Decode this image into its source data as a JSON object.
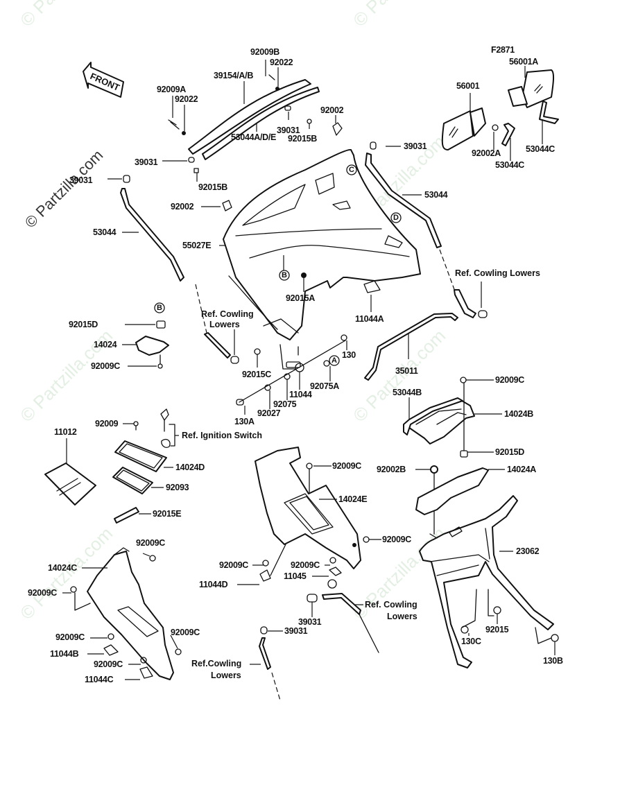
{
  "diagram": {
    "figure_code": "F2871",
    "direction_arrow": "FRONT",
    "watermark": "© Partzilla.com",
    "callout_letters": [
      "A",
      "B",
      "C",
      "D"
    ],
    "labels": {
      "p92009B": "92009B",
      "p92022_top": "92022",
      "p39154": "39154/A/B",
      "p92009A": "92009A",
      "p92022_left": "92022",
      "p92002_top": "92002",
      "p39031_mid": "39031",
      "p92015B_mid": "92015B",
      "p53044ADE": "53044A/D/E",
      "p39031_left": "39031",
      "p92015B_left": "92015B",
      "p39031_far_left": "39031",
      "p39031_right": "39031",
      "p56001": "56001",
      "p56001A": "56001A",
      "p92002A": "92002A",
      "p53044C_a": "53044C",
      "p53044C_b": "53044C",
      "p53044_right": "53044",
      "p53044_left": "53044",
      "p92002_mid": "92002",
      "p55027E": "55027E",
      "p92015A": "92015A",
      "p11044A": "11044A",
      "p92015D_left": "92015D",
      "p14024": "14024",
      "p92009C_left": "92009C",
      "p92015C": "92015C",
      "p130": "130",
      "p92075A": "92075A",
      "p11044": "11044",
      "p92075": "92075",
      "p92027": "92027",
      "p130A": "130A",
      "p35011": "35011",
      "p92009C_r1": "92009C",
      "p53044B": "53044B",
      "p14024B": "14024B",
      "p92015D_right": "92015D",
      "p92002B": "92002B",
      "p14024A": "14024A",
      "p92009_small": "92009",
      "p11012": "11012",
      "p14024D": "14024D",
      "p92093": "92093",
      "p92015E": "92015E",
      "p92009C_c1": "92009C",
      "p14024E": "14024E",
      "p92009C_c2": "92009C",
      "p92009C_c3": "92009C",
      "p11044D": "11044D",
      "p92009C_c4": "92009C",
      "p11045": "11045",
      "p23062": "23062",
      "p92009C_bl1": "92009C",
      "p14024C": "14024C",
      "p92009C_bl2": "92009C",
      "p92009C_bl3": "92009C",
      "p92009C_bl4": "92009C",
      "p11044B": "11044B",
      "p92009C_bl5": "92009C",
      "p11044C": "11044C",
      "p39031_bot1": "39031",
      "p39031_bot2": "39031",
      "p92015": "92015",
      "p130C": "130C",
      "p130B": "130B"
    },
    "references": {
      "ref_cowling_lowers_right": "Ref. Cowling Lowers",
      "ref_cowling_mid_1": "Ref. Cowling",
      "ref_cowling_mid_2": "Lowers",
      "ref_ignition": "Ref. Ignition Switch",
      "ref_cowling_bot_r1": "Ref. Cowling",
      "ref_cowling_bot_r2": "Lowers",
      "ref_cowling_bot_l1": "Ref.Cowling",
      "ref_cowling_bot_l2": "Lowers"
    }
  }
}
